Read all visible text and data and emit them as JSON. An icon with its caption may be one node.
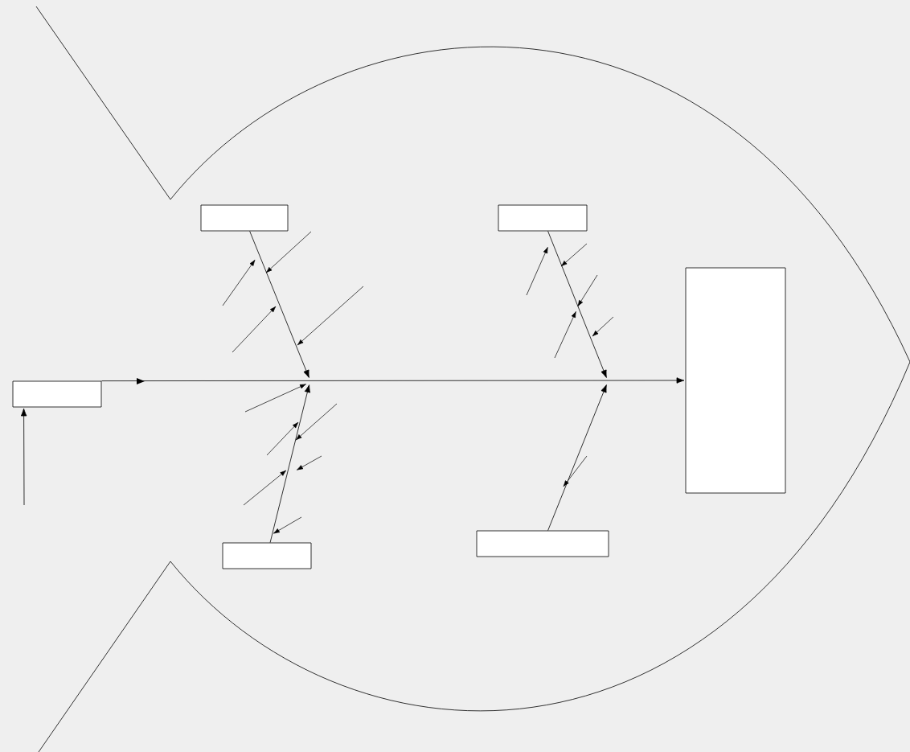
{
  "diagram": {
    "nodes": [
      {
        "text": [],
        "shape": "box"
      },
      {
        "text": [],
        "shape": "box"
      },
      {
        "text": [],
        "shape": "box"
      },
      {
        "text": [],
        "shape": "box"
      },
      {
        "text": [],
        "shape": "box"
      },
      {
        "text": [],
        "shape": "box"
      }
    ],
    "edges": [
      {
        "from": 2,
        "to": 3,
        "arrow": "to"
      },
      {
        "from": null,
        "to": 2,
        "arrow": "to"
      },
      {
        "from": 0,
        "to": null,
        "arrow": "to"
      },
      {
        "from": 4,
        "to": null,
        "arrow": "to"
      },
      {
        "from": 1,
        "to": null,
        "arrow": "to"
      },
      {
        "from": 5,
        "to": null,
        "arrow": "to"
      }
    ]
  }
}
